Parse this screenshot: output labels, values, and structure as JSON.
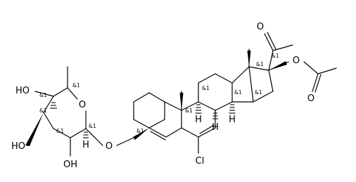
{
  "atoms": {
    "ketone_o": "O",
    "ester_o_ring": "O",
    "ester_o_carbonyl": "O",
    "sugar_ring_o": "O",
    "glycosidic_o": "O",
    "h_c4": "H",
    "h_c8": "H",
    "h_c9": "H",
    "h_c14": "H",
    "h_sugar_c1": "H",
    "ho_c4": "HO",
    "ho_c2": "HO",
    "oh_c3": "OH",
    "chlorine": "Cl"
  },
  "stereo_label": "&1"
}
